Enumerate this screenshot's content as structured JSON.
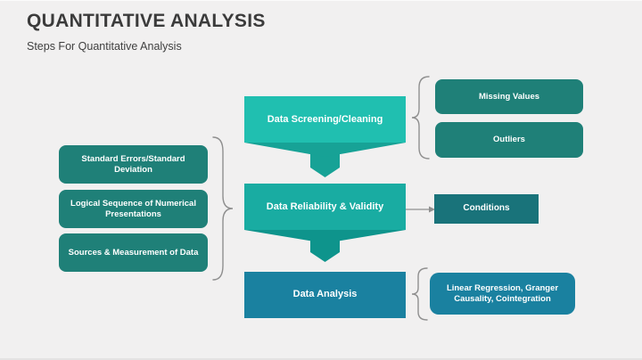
{
  "slide": {
    "title": "QUANTITATIVE ANALYSIS",
    "subtitle": "Steps For Quantitative Analysis"
  },
  "colors": {
    "background": "#f1f0f0",
    "title_text": "#3b3b3b",
    "subtitle_text": "#404040",
    "box_text": "#ffffff",
    "step1_fill": "#20bfb0",
    "step1_shade": "#17a296",
    "step2_fill": "#19aca2",
    "step2_shade": "#0e948c",
    "step3_fill": "#1a81a0",
    "side_green_fill": "#1f8078",
    "conditions_fill": "#19737a",
    "analysis_item_fill": "#1a81a0",
    "connector_gray": "#8f8f8f"
  },
  "flow": {
    "steps": [
      {
        "label": "Data Screening/Cleaning"
      },
      {
        "label": "Data Reliability & Validity"
      },
      {
        "label": "Data Analysis"
      }
    ]
  },
  "left_group": {
    "items": [
      {
        "label": "Standard Errors/Standard Deviation"
      },
      {
        "label": "Logical Sequence of Numerical Presentations"
      },
      {
        "label": "Sources & Measurement of Data"
      }
    ]
  },
  "right_groups": {
    "screening_items": [
      {
        "label": "Missing Values"
      },
      {
        "label": "Outliers"
      }
    ],
    "reliability_items": [
      {
        "label": "Conditions"
      }
    ],
    "analysis_items": [
      {
        "label": "Linear Regression, Granger Causality, Cointegration"
      }
    ]
  }
}
